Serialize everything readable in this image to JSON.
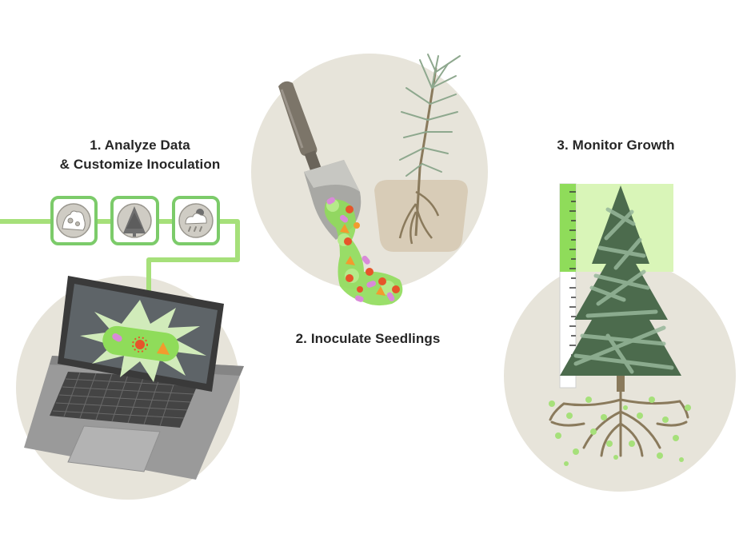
{
  "steps": [
    {
      "number": "1.",
      "title_line1": "1. Analyze Data",
      "title_line2": "& Customize Inoculation",
      "icons": [
        "soil-icon",
        "tree-icon",
        "weather-icon"
      ]
    },
    {
      "title": "2. Inoculate Seedlings"
    },
    {
      "title": "3. Monitor Growth"
    }
  ],
  "colors": {
    "circle_bg": "#e7e4da",
    "accent_green": "#8fdc5a",
    "box_border": "#7ccb6a",
    "tree_dark": "#4c6b4d",
    "tree_light": "#97b79a",
    "roots": "#8a7a5c",
    "laptop": "#8d8d8d",
    "fungus_red": "#e6552a",
    "fungus_orange": "#f29b2e",
    "bacteria_pink": "#d98ad9",
    "highlight": "#d9f5b8"
  }
}
